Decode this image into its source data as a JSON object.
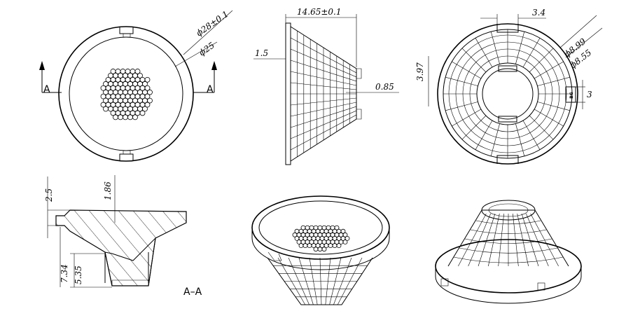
{
  "dimensions": {
    "top_view_outer_diameter": "ϕ28±0.1",
    "top_view_inner_diameter": "ϕ25",
    "side_width": "14.65±0.1",
    "side_flange": "1.5",
    "side_inner_step": "0.85",
    "bottom_slot_width": "3.4",
    "bottom_diameter_1": "ϕ8.99",
    "bottom_diameter_2": "ϕ8.55",
    "bottom_slot_depth": "3.97",
    "bottom_tab": "3",
    "section_top_height": "2.5",
    "section_recess": "1.86",
    "section_total_height": "7.34",
    "section_lower_height": "5.35"
  },
  "labels": {
    "section_mark_left": "A",
    "section_mark_right": "A",
    "section_title": "A–A",
    "tab_marking": "BG"
  }
}
